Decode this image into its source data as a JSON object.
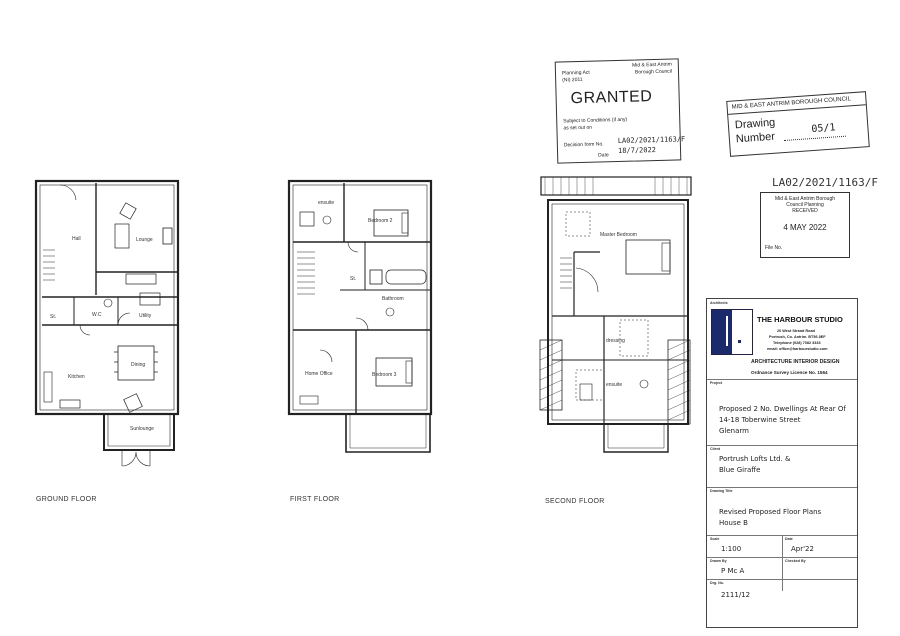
{
  "plans": {
    "ground": {
      "label": "GROUND FLOOR",
      "rooms": {
        "hall": "Hall",
        "lounge": "Lounge",
        "wc": "W.C",
        "st": "St.",
        "utility": "Utility",
        "kitchen": "Kitchen",
        "dining": "Dining",
        "sunlounge": "Sunlounge"
      }
    },
    "first": {
      "label": "FIRST FLOOR",
      "rooms": {
        "ensuite": "ensuite",
        "bedroom2": "Bedroom 2",
        "st": "St.",
        "bathroom": "Bathroom",
        "home_office": "Home Office",
        "bedroom3": "Bedroom 3"
      }
    },
    "second": {
      "label": "SECOND FLOOR",
      "rooms": {
        "master": "Master Bedroom",
        "dressing": "dressing",
        "ensuite": "ensuite"
      }
    }
  },
  "stamps": {
    "granted": {
      "act": "Planning Act",
      "act_year": "(NI) 2011",
      "council": "Mid & East Antrim",
      "council2": "Borough Council",
      "title": "GRANTED",
      "subject": "Subject to Conditions (if any)",
      "set_out": "as set out on",
      "decision_label": "Decision form No.",
      "decision_value": "LA02/2021/1163/F",
      "date_label": "Date",
      "date_value": "18/7/2022"
    },
    "drawing": {
      "council": "MID & EAST ANTRIM BOROUGH COUNCIL",
      "label1": "Drawing",
      "label2": "Number",
      "number": "05/1"
    },
    "ref_handwritten": "LA02/2021/1163/F",
    "received": {
      "line1": "Mid & East Antrim Borough",
      "line2": "Council Planning",
      "line3": "RECEIVED",
      "date": "4 MAY 2022",
      "file": "File No."
    }
  },
  "titleblock": {
    "architects_label": "Architects",
    "firm": "THE HARBOUR STUDIO",
    "address1": "20 West Strand Road",
    "address2": "Portrush, Co. Antrim. BT56 8EF",
    "telephone": "Telephone (028) 7082 3333",
    "email": "email: office@harbourstudio.com",
    "discipline": "ARCHITECTURE   INTERIOR DESIGN",
    "os_licence": "Ordnance Survey Licence No. 1564",
    "project_label": "Project",
    "project1": "Proposed 2 No. Dwellings At Rear Of",
    "project2": "14-18 Toberwine Street",
    "project3": "Glenarm",
    "client_label": "Client",
    "client1": "Portrush Lofts Ltd. &",
    "client2": "Blue Giraffe",
    "drawing_title_label": "Drawing Title",
    "title1": "Revised Proposed Floor Plans",
    "title2": "House B",
    "scale_label": "Scale",
    "scale": "1:100",
    "date_label": "Date",
    "date": "Apr'22",
    "drawn_label": "Drawn By",
    "drawn": "P Mc A",
    "checked_label": "Checked By",
    "drg_label": "Drg. No.",
    "drg": "2111/12"
  }
}
